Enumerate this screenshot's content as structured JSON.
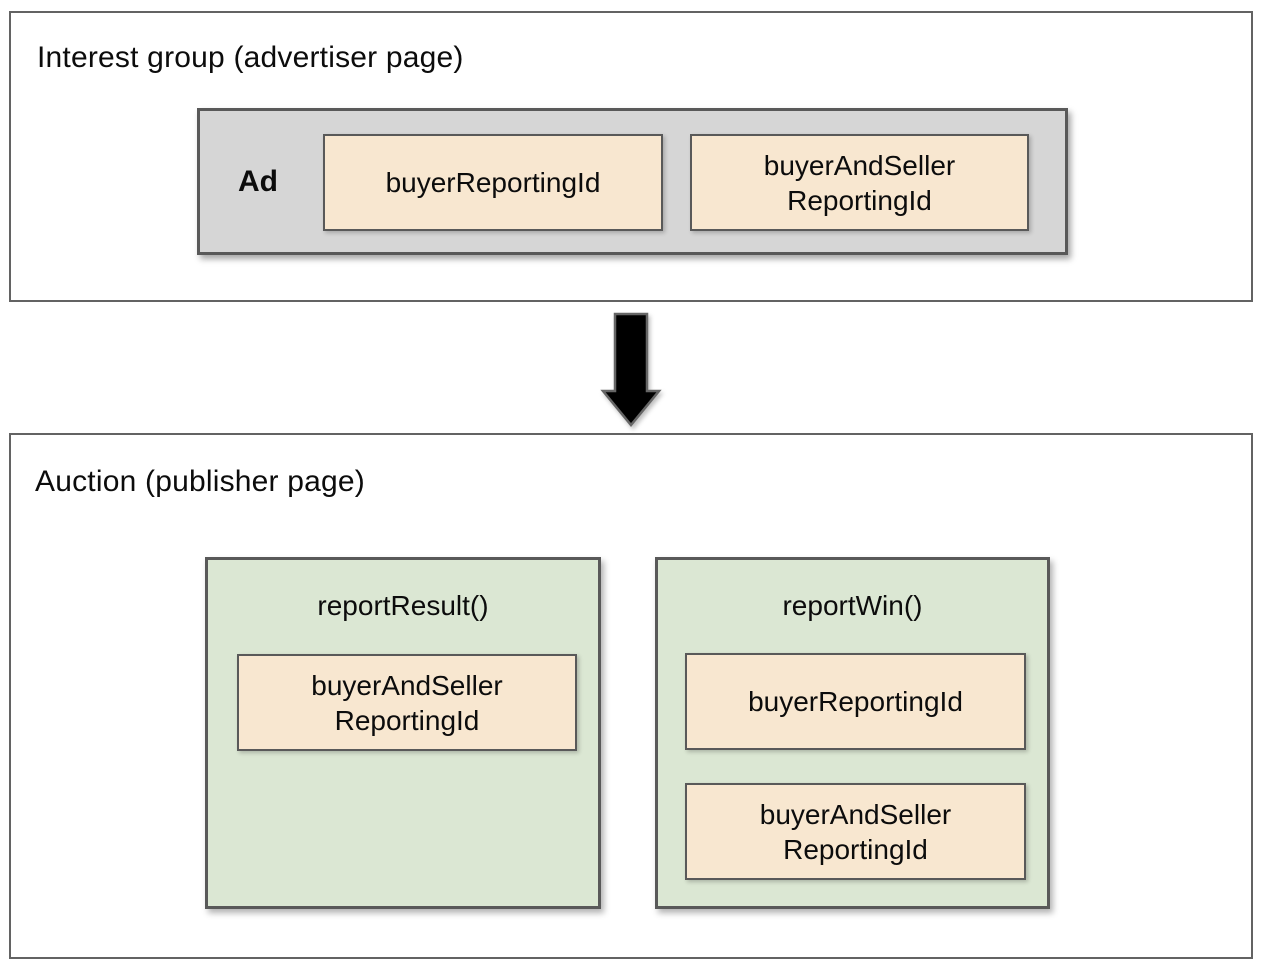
{
  "colors": {
    "tan": "#F8E7D0",
    "green": "#DBE7D3",
    "gray": "#D6D6D6",
    "border_dark": "#595959",
    "border_outer": "#636363",
    "arrow_fill": "#000000",
    "arrow_stroke": "#666666"
  },
  "interest_group": {
    "title": "Interest group (advertiser page)",
    "ad_label": "Ad",
    "chips": [
      {
        "label": "buyerReportingId"
      },
      {
        "label": "buyerAndSeller\nReportingId"
      }
    ]
  },
  "auction": {
    "title": "Auction (publisher page)",
    "functions": [
      {
        "name": "reportResult()",
        "chips": [
          {
            "label": "buyerAndSeller\nReportingId"
          }
        ]
      },
      {
        "name": "reportWin()",
        "chips": [
          {
            "label": "buyerReportingId"
          },
          {
            "label": "buyerAndSeller\nReportingId"
          }
        ]
      }
    ]
  }
}
